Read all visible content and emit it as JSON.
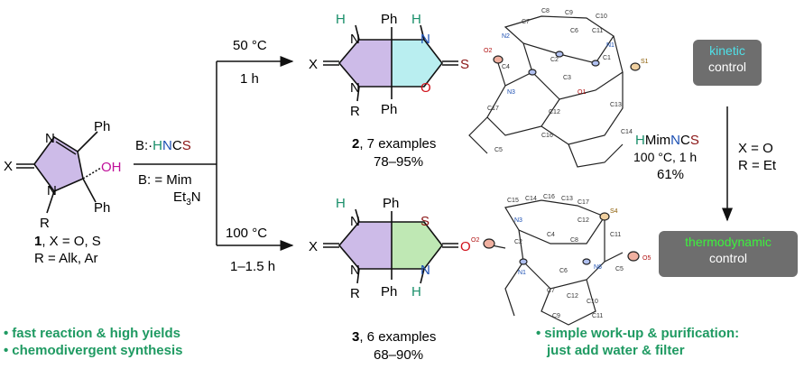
{
  "colors": {
    "green": "#1f9a62",
    "purple_fill": "#cdbbe8",
    "cyan_fill": "#b9eef0",
    "green_fill": "#bfe8b4",
    "box_gray": "#6e6e6e",
    "N_blue": "#1b4fb3",
    "O_red": "#d0101a",
    "S_darkred": "#8a1414",
    "OH_magenta": "#c0109a",
    "H_teal": "#1a8f6a",
    "kinetic_cyan": "#4fe0e8",
    "thermo_green": "#3df23d"
  },
  "start": {
    "ph1": "Ph",
    "ph2": "Ph",
    "oh": "OH",
    "x": "X",
    "n_top": "N",
    "n_bot": "N",
    "r": "R",
    "compound": "1",
    "caption1": ", X = O, S",
    "caption2": "R = Alk, Ar"
  },
  "reagent": {
    "b_label": "B:·",
    "h": "H",
    "n": "N",
    "c": "C",
    "s": "S",
    "base_line1": "B: = Mim",
    "base_line2": "Et",
    "base_sub": "3",
    "base_n": "N"
  },
  "upper": {
    "temp": "50 °C",
    "time": "1 h",
    "h1": "H",
    "h2": "H",
    "ph1": "Ph",
    "ph2": "Ph",
    "n1": "N",
    "n2": "N",
    "n3": "N",
    "o": "O",
    "s": "S",
    "x": "X",
    "r": "R",
    "compound": "2",
    "examples": ", 7 examples",
    "yield": "78–95%"
  },
  "lower": {
    "temp": "100 °C",
    "time": "1–1.5 h",
    "h1": "H",
    "h2": "H",
    "ph1": "Ph",
    "ph2": "Ph",
    "n1": "N",
    "n2": "N",
    "n3": "N",
    "s": "S",
    "o": "O",
    "x": "X",
    "r": "R",
    "compound": "3",
    "examples": ", 6 examples",
    "yield": "68–90%"
  },
  "crystal_upper": {
    "atoms": [
      "C8",
      "C9",
      "C7",
      "C10",
      "N2",
      "C6",
      "C11",
      "N1",
      "O2",
      "C2",
      "C1",
      "S1",
      "C4",
      "C3",
      "N3",
      "O1",
      "C17",
      "C12",
      "C13",
      "C16",
      "C14",
      "C5"
    ]
  },
  "crystal_lower": {
    "atoms": [
      "C15",
      "C14",
      "C16",
      "C13",
      "C17",
      "N3",
      "S4",
      "C12",
      "C4",
      "C8",
      "O2",
      "C2",
      "C11",
      "C5",
      "N1",
      "C6",
      "N6",
      "O5",
      "C7",
      "C12",
      "C10",
      "C9",
      "C11"
    ]
  },
  "conversion": {
    "reagent_h": "H",
    "reagent_mim": "Mim",
    "reagent_n": "N",
    "reagent_c": "C",
    "reagent_s": "S",
    "conditions": "100 °C, 1 h",
    "yield": "61%",
    "x": "X = O",
    "r": "R = Et"
  },
  "kinetic": {
    "line1": "kinetic",
    "line2": "control"
  },
  "thermo": {
    "line1": "thermodynamic",
    "line2": "control"
  },
  "bullets_left": [
    "fast reaction & high yields",
    "chemodivergent synthesis"
  ],
  "bullets_right": [
    "simple work-up & purification:",
    "just add water & filter"
  ]
}
